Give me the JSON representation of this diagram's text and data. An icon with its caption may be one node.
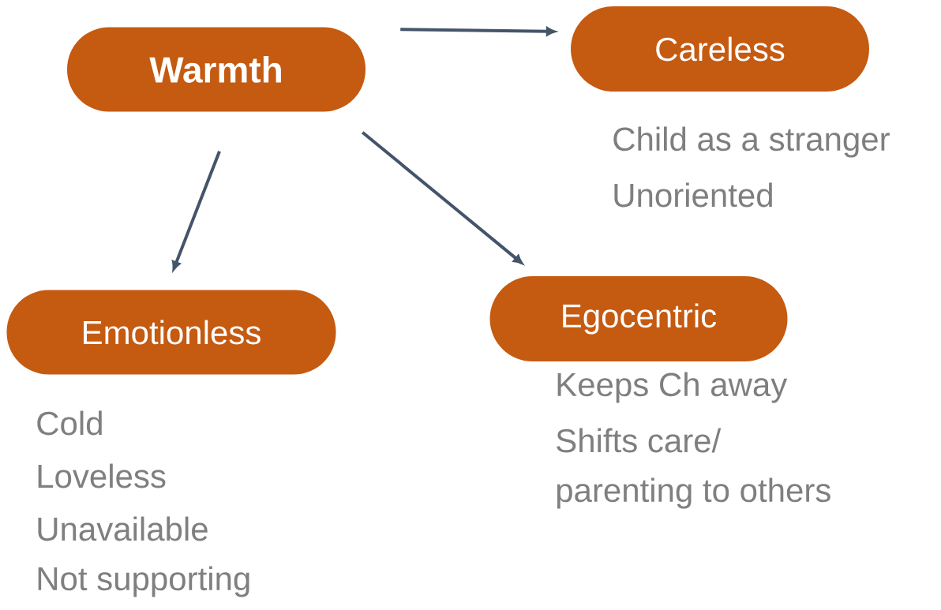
{
  "diagram": {
    "nodes": [
      {
        "text": [
          "Warmth"
        ]
      },
      {
        "text": [
          "Careless"
        ],
        "beside": [
          "Child as a stranger",
          "Unoriented"
        ]
      },
      {
        "text": [
          "Emotionless"
        ],
        "beside": [
          "Cold",
          "Loveless",
          "Unavailable",
          "Not supporting"
        ]
      },
      {
        "text": [
          "Egocentric"
        ],
        "beside": [
          "Keeps Ch away",
          "Shifts care/",
          "parenting to others"
        ]
      }
    ],
    "edges": [
      {
        "from": 0,
        "to": 1,
        "arrow": "to"
      },
      {
        "from": 0,
        "to": 2,
        "arrow": "to"
      },
      {
        "from": 0,
        "to": 3,
        "arrow": "to"
      }
    ]
  }
}
